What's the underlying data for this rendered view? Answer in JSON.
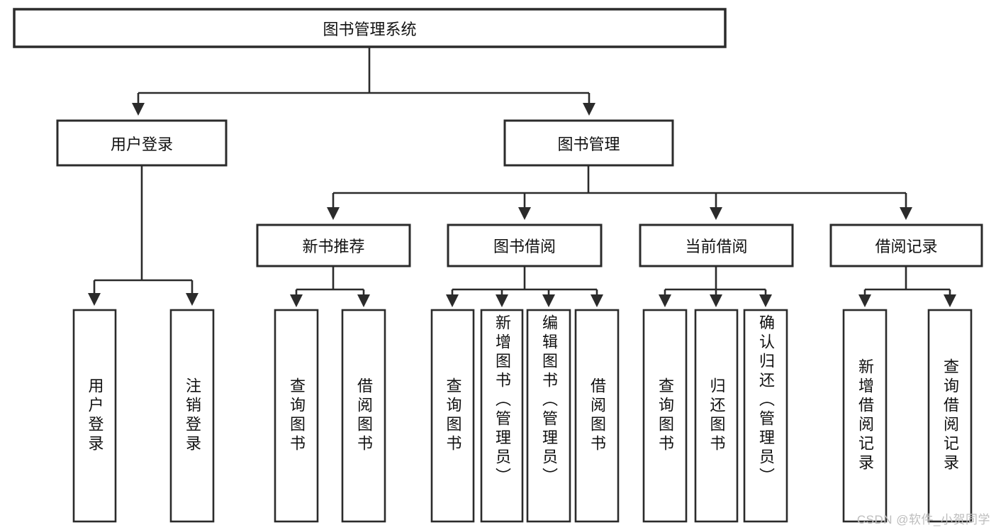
{
  "diagram": {
    "title_node": {
      "label": "图书管理系统"
    },
    "level2": [
      {
        "label": "用户登录"
      },
      {
        "label": "图书管理"
      }
    ],
    "level3": [
      {
        "label": "新书推荐"
      },
      {
        "label": "图书借阅"
      },
      {
        "label": "当前借阅"
      },
      {
        "label": "借阅记录"
      }
    ],
    "leaves": {
      "user_login": [
        {
          "label": "用户登录"
        },
        {
          "label": "注销登录"
        }
      ],
      "new_book_recommend": [
        {
          "label": "查询图书"
        },
        {
          "label": "借阅图书"
        }
      ],
      "book_borrow": [
        {
          "label": "查询图书"
        },
        {
          "label": "新增图书（管理员）"
        },
        {
          "label": "编辑图书（管理员）"
        },
        {
          "label": "借阅图书"
        }
      ],
      "current_borrow": [
        {
          "label": "查询图书"
        },
        {
          "label": "归还图书"
        },
        {
          "label": "确认归还（管理员）"
        }
      ],
      "borrow_record": [
        {
          "label": "新增借阅记录"
        },
        {
          "label": "查询借阅记录"
        }
      ]
    },
    "watermark": "CSDN @软件_小贺同学",
    "colors": {
      "stroke": "#2b2b2b",
      "fill": "#ffffff",
      "text": "#111111",
      "watermark": "#bdbdbd"
    }
  }
}
